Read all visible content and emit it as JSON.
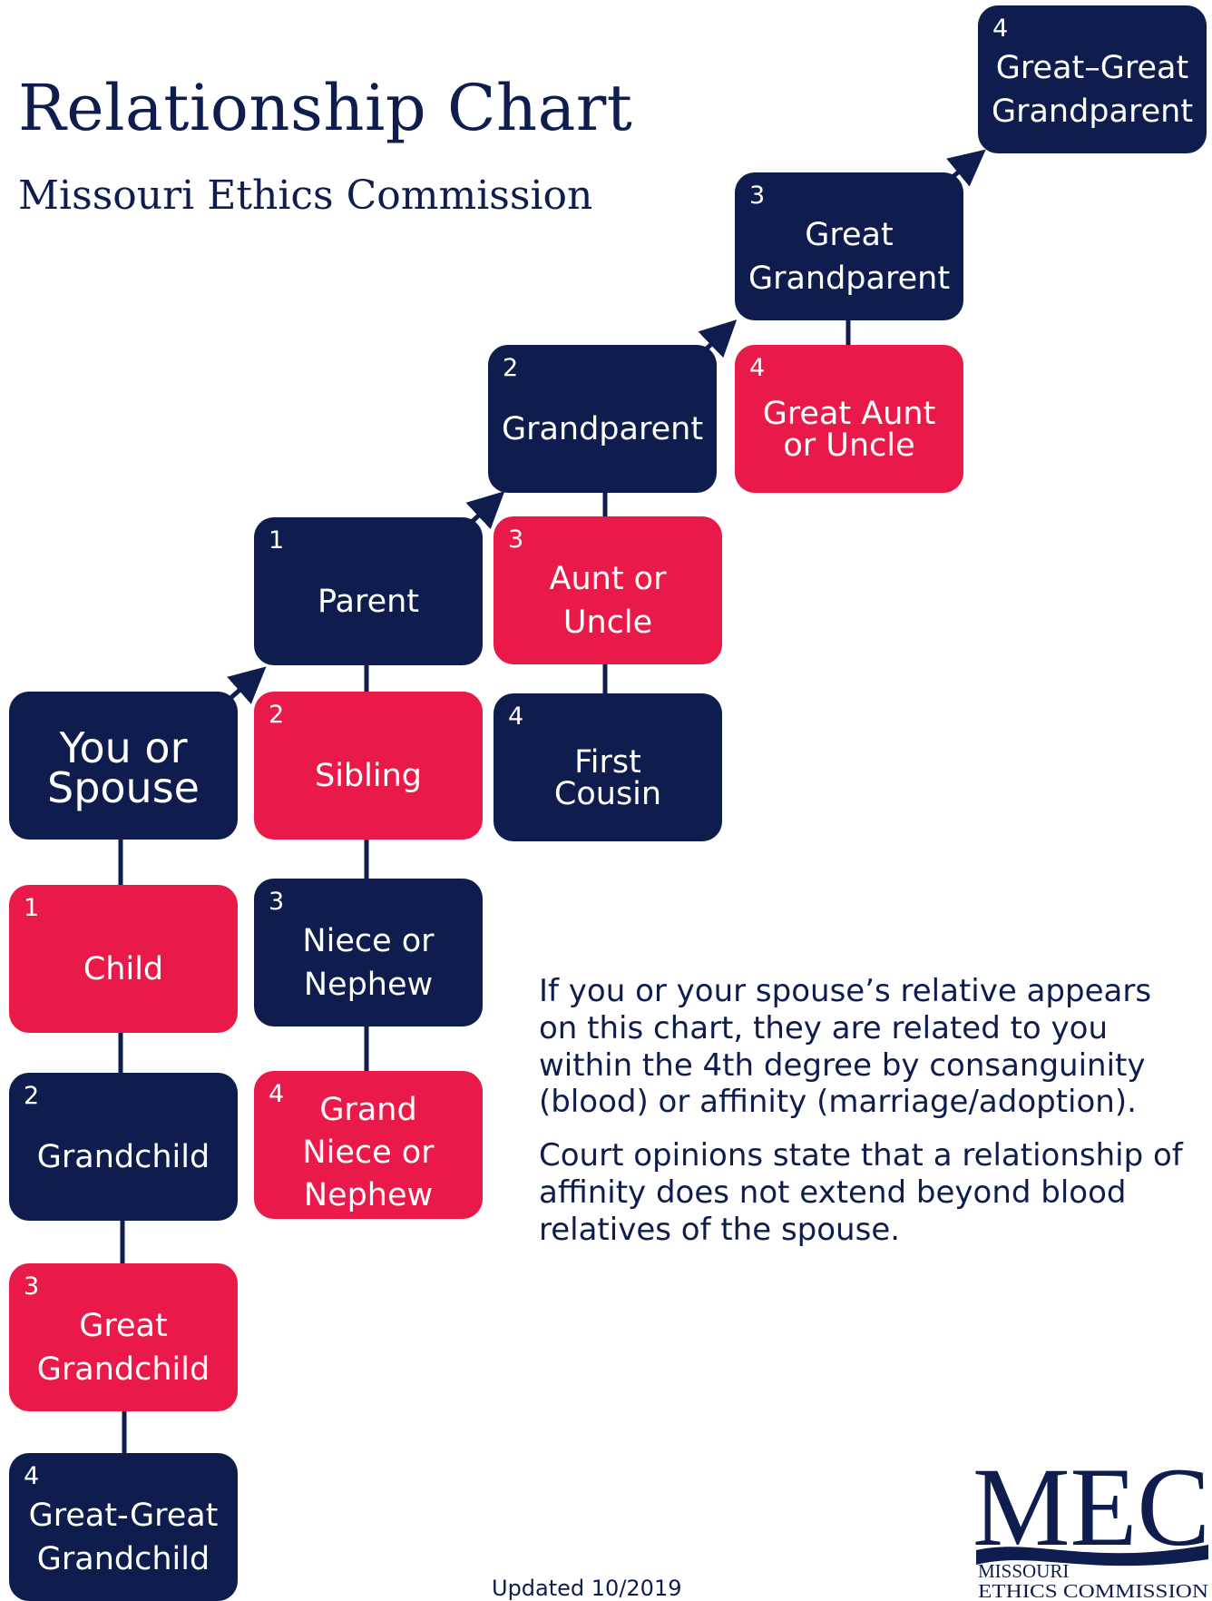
{
  "header": {
    "title": "Relationship Chart",
    "subtitle": "Missouri Ethics Commission"
  },
  "colors": {
    "navy": "#0e1d4d",
    "red": "#e91a4a",
    "text": "#0e1d4d"
  },
  "relatives": {
    "self": {
      "label": "You or\nSpouse"
    },
    "parent": {
      "degree": "1",
      "label": "Parent"
    },
    "grandparent": {
      "degree": "2",
      "label": "Grandparent"
    },
    "great_grandparent": {
      "degree": "3",
      "label": "Great\nGrandparent"
    },
    "great_great_grandparent": {
      "degree": "4",
      "label": "Great–Great\nGrandparent"
    },
    "great_aunt_uncle": {
      "degree": "4",
      "label": "Great Aunt\nor Uncle"
    },
    "aunt_uncle": {
      "degree": "3",
      "label": "Aunt or\nUncle"
    },
    "first_cousin": {
      "degree": "4",
      "label": "First\nCousin"
    },
    "sibling": {
      "degree": "2",
      "label": "Sibling"
    },
    "niece_nephew": {
      "degree": "3",
      "label": "Niece or\nNephew"
    },
    "grand_niece_nephew": {
      "degree": "4",
      "label": "Grand\nNiece or\nNephew"
    },
    "child": {
      "degree": "1",
      "label": "Child"
    },
    "grandchild": {
      "degree": "2",
      "label": "Grandchild"
    },
    "great_grandchild": {
      "degree": "3",
      "label": "Great\nGrandchild"
    },
    "great_great_grandchild": {
      "degree": "4",
      "label": "Great-Great\nGrandchild"
    }
  },
  "notes": {
    "paragraph1": "If you or your spouse’s relative appears on this chart, they are related to you within the 4th degree by consanguinity (blood) or affinity (marriage/adoption).",
    "paragraph2": "Court opinions state that a relationship of affinity does not extend beyond blood relatives of the spouse."
  },
  "footer": {
    "updated": "Updated 10/2019"
  },
  "logo": {
    "letters": "MEC",
    "line1": "MISSOURI",
    "line2": "ETHICS COMMISSION"
  }
}
